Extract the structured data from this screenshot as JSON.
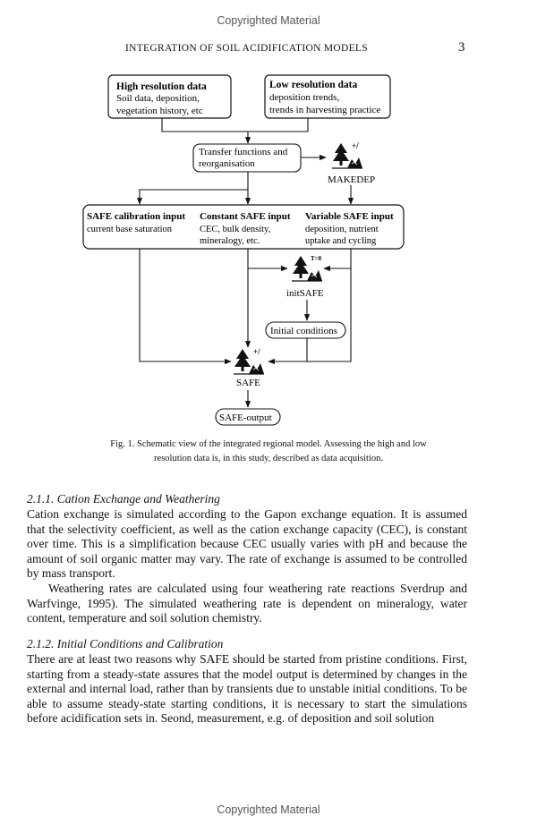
{
  "watermark": {
    "top": "Copyrighted Material",
    "bottom": "Copyrighted Material"
  },
  "header": {
    "running_title": "INTEGRATION OF SOIL ACIDIFICATION MODELS",
    "page_number": "3"
  },
  "diagram": {
    "high_res": {
      "title": "High resolution data",
      "lines": [
        "Soil data,  deposition,",
        "vegetation history, etc"
      ]
    },
    "low_res": {
      "title": "Low resolution data",
      "lines": [
        "deposition trends,",
        "trends in harvesting practice"
      ]
    },
    "transfer": {
      "lines": [
        "Transfer functions and",
        "reorganisation"
      ]
    },
    "makedep": {
      "label": "MAKEDEP",
      "badge": "+/"
    },
    "inputs": {
      "calibration": {
        "title": "SAFE calibration input",
        "lines": [
          "current base saturation"
        ]
      },
      "constant": {
        "title": "Constant SAFE input",
        "lines": [
          "CEC, bulk density,",
          "mineralogy, etc."
        ]
      },
      "variable": {
        "title": "Variable SAFE input",
        "lines": [
          "deposition, nutrient",
          "uptake and cycling"
        ]
      }
    },
    "initsafe": {
      "label": "initSAFE",
      "badge": "T=0"
    },
    "initial_conditions": "Initial conditions",
    "safe": {
      "label": "SAFE",
      "badge": "+/"
    },
    "safe_output": "SAFE-output",
    "icon_name": "tree-landscape-icon"
  },
  "caption": {
    "line1": "Fig. 1. Schematic view of the integrated regional model.  Assessing the high and low",
    "line2": "resolution data is, in this study, described as data acquisition."
  },
  "section1": {
    "title": "2.1.1. Cation Exchange and Weathering",
    "para1": "Cation exchange is simulated according to the Gapon exchange equation.  It is assumed that the selectivity coefficient, as well as the cation exchange capacity (CEC), is constant over time.  This is a simplification because CEC usually varies with pH and because the amount of soil organic matter may vary.  The rate of exchange is assumed to be controlled by mass transport.",
    "para2": "Weathering rates are calculated using four weathering rate reactions Sverdrup and Warfvinge, 1995). The simulated weathering rate is dependent on mineralogy, water content, temperature and soil solution chemistry."
  },
  "section2": {
    "title": "2.1.2. Initial Conditions and Calibration",
    "para1": "There are at least two reasons why SAFE should be started from pristine conditions.  First, starting from a steady-state assures that the model output is determined by changes in the external and internal load, rather than by transients due to unstable initial conditions.  To be able to assume steady-state starting conditions, it is necessary to start the simulations before acidification sets in.  Seond, measurement, e.g. of deposition and soil solution"
  }
}
